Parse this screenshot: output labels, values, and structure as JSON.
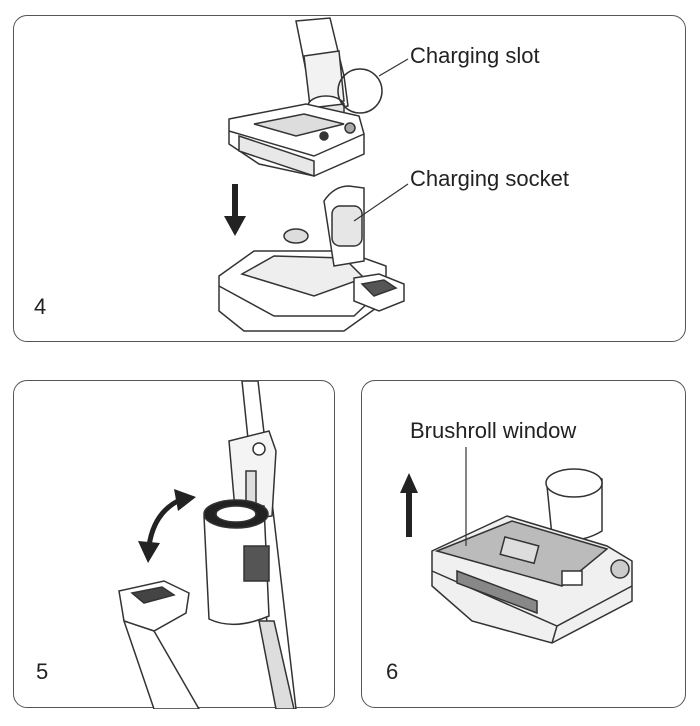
{
  "panels": [
    {
      "number": "4",
      "callouts": [
        "Charging slot",
        "Charging socket"
      ]
    },
    {
      "number": "5"
    },
    {
      "number": "6",
      "callouts": [
        "Brushroll window"
      ]
    }
  ]
}
